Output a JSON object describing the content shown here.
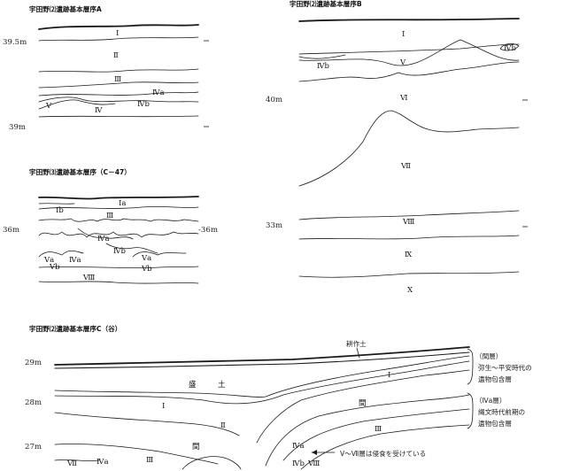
{
  "panels": {
    "a": {
      "title": "宇田野⑵遺跡基本層序A",
      "elevations": [
        "39.5m",
        "39m"
      ],
      "layers": [
        "Ⅰ",
        "Ⅱ",
        "Ⅲ",
        "Ⅳa",
        "Ⅳb",
        "Ⅴ",
        "Ⅳ"
      ]
    },
    "b": {
      "title": "宇田野⑵遺跡基本層序B",
      "elevations": [
        "40m",
        "33m"
      ],
      "layers": [
        "Ⅰ",
        "Ⅳb",
        "Ⅳb",
        "Ⅴ",
        "Ⅵ",
        "Ⅶ",
        "Ⅷ",
        "Ⅸ",
        "Ⅹ"
      ]
    },
    "c47": {
      "title": "宇田野⑶遺跡基本層序（C－47）",
      "elevations": [
        "36m",
        "-36m"
      ],
      "layers": [
        "Ⅰa",
        "Ⅰb",
        "Ⅲ",
        "Ⅳa",
        "Ⅳb",
        "Ⅳa",
        "Ⅴa",
        "Ⅴa",
        "Ⅴb",
        "Ⅴb",
        "Ⅷ"
      ]
    },
    "c": {
      "title": "宇田野⑵遺跡基本層序C（谷）",
      "elevations": [
        "29m",
        "28m",
        "27m"
      ],
      "layers": [
        "盛",
        "土",
        "Ⅰ",
        "Ⅰ",
        "Ⅱ",
        "Ⅲ",
        "間",
        "間",
        "Ⅲ",
        "Ⅶ",
        "Ⅳa",
        "Ⅳa",
        "Ⅳb",
        "Ⅷ"
      ],
      "callouts": {
        "cultivated": "耕作土",
        "gap_label": "（間層）",
        "gap_desc_1": "弥生～平安時代の",
        "gap_desc_2": "遺物包含層",
        "iva_label": "（Ⅳa層）",
        "iva_desc_1": "縄文時代前期の",
        "iva_desc_2": "遺物包含層",
        "erosion_note": "Ⅴ～Ⅶ層は侵食を受けている"
      }
    }
  }
}
